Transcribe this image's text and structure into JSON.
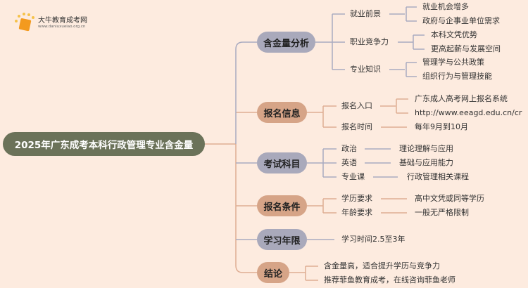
{
  "logo": {
    "name": "大牛教育成考网",
    "url": "www.daniuxueiao.org.cn"
  },
  "root": "2025年广东成考本科行政管理专业含金量",
  "colors": {
    "background": "#fdebdf",
    "root": "#6b7259",
    "gray": "#a9a9bb",
    "tan": "#d6a487"
  },
  "branches": [
    {
      "label": "含金量分析",
      "children": [
        {
          "label": "就业前景",
          "leaves": [
            "就业机会增多",
            "政府与企事业单位需求"
          ]
        },
        {
          "label": "职业竞争力",
          "leaves": [
            "本科文凭优势",
            "更高起薪与发展空间"
          ]
        },
        {
          "label": "专业知识",
          "leaves": [
            "管理学与公共政策",
            "组织行为与管理技能"
          ]
        }
      ]
    },
    {
      "label": "报名信息",
      "children": [
        {
          "label": "报名入口",
          "leaves": [
            "广东成人高考网上报名系统",
            "http://www.eeagd.edu.cn/cr"
          ]
        },
        {
          "label": "报名时间",
          "leaves": [
            "每年9月到10月"
          ]
        }
      ]
    },
    {
      "label": "考试科目",
      "children": [
        {
          "label": "政治",
          "leaves": [
            "理论理解与应用"
          ]
        },
        {
          "label": "英语",
          "leaves": [
            "基础与应用能力"
          ]
        },
        {
          "label": "专业课",
          "leaves": [
            "行政管理相关课程"
          ]
        }
      ]
    },
    {
      "label": "报名条件",
      "children": [
        {
          "label": "学历要求",
          "leaves": [
            "高中文凭或同等学历"
          ]
        },
        {
          "label": "年龄要求",
          "leaves": [
            "一般无严格限制"
          ]
        }
      ]
    },
    {
      "label": "学习年限",
      "children": [
        {
          "label": "学习时间2.5至3年"
        }
      ]
    },
    {
      "label": "结论",
      "children": [
        {
          "label": "含金量高，适合提升学历与竞争力"
        },
        {
          "label": "推荐菲鱼教育成考，在线咨询菲鱼老师"
        }
      ]
    }
  ]
}
